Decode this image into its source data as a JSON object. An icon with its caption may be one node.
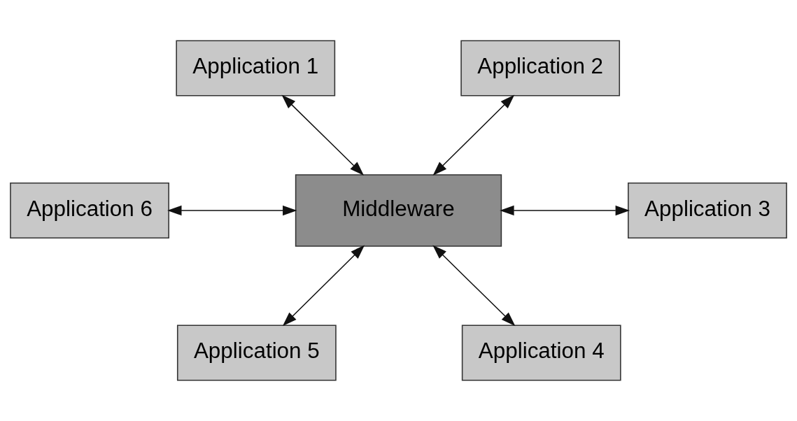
{
  "diagram": {
    "nodes": [
      {
        "text": [
          "Application 1"
        ]
      },
      {
        "text": [
          "Application 2"
        ]
      },
      {
        "text": [
          "Application 6"
        ]
      },
      {
        "text": [
          "Middleware"
        ]
      },
      {
        "text": [
          "Application 3"
        ]
      },
      {
        "text": [
          "Application 5"
        ]
      },
      {
        "text": [
          "Application 4"
        ]
      }
    ],
    "edges": [
      {
        "from": 0,
        "to": 3,
        "arrow": "both"
      },
      {
        "from": 1,
        "to": 3,
        "arrow": "both"
      },
      {
        "from": 2,
        "to": 3,
        "arrow": "both"
      },
      {
        "from": 3,
        "to": 4,
        "arrow": "both"
      },
      {
        "from": 3,
        "to": 5,
        "arrow": "both"
      },
      {
        "from": 3,
        "to": 6,
        "arrow": "both"
      }
    ]
  }
}
